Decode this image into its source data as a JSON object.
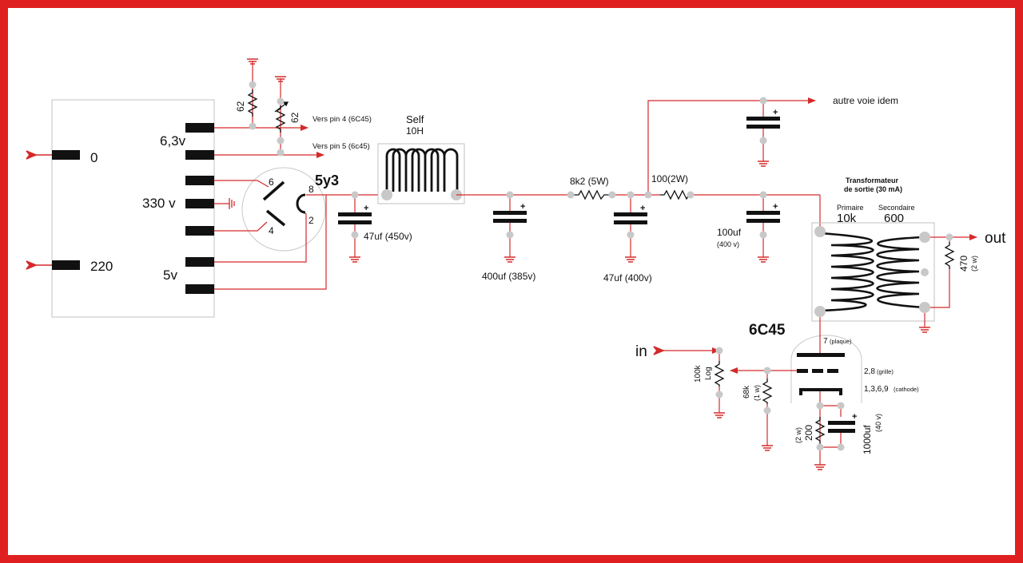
{
  "colors": {
    "border": "#e02020",
    "wire": "#d42a2a",
    "component": "#111111",
    "node": "#c8c8c8",
    "box_outline": "#c0c0c0"
  },
  "mains": {
    "in0": "0",
    "in220": "220"
  },
  "power_transformer": {
    "v63": "6,3v",
    "v330": "330 v",
    "v5": "5v"
  },
  "heater_resistors": {
    "r1": "62",
    "r2": "62"
  },
  "heater_arrows": {
    "pin4": "Vers pin 4 (6C45)",
    "pin5": "Vers pin 5 (6c45)"
  },
  "rectifier": {
    "name": "5y3",
    "pin6": "6",
    "pin4": "4",
    "pin8": "8",
    "pin2": "2"
  },
  "choke": {
    "name": "Self",
    "value": "10H"
  },
  "filter": {
    "c1": "47uf (450v)",
    "c2": "400uf (385v)",
    "r1": "8k2 (5W)",
    "c3": "47uf (400v)",
    "r2": "100(2W)",
    "c4a": "100uf",
    "c4b": "(400 v)",
    "other_channel": "autre voie idem"
  },
  "output_transformer": {
    "title1": "Transformateur",
    "title2": "de sortie (30 mA)",
    "primary_label": "Primaire",
    "primary_value": "10k",
    "secondary_label": "Secondaire",
    "secondary_value": "600",
    "out": "out",
    "load_r": "470",
    "load_w": "(2 w)"
  },
  "tube": {
    "name": "6C45",
    "pin_plate_num": "7",
    "pin_plate_txt": "(plaque)",
    "pin_grid_num": "2,8",
    "pin_grid_txt": "(grille)",
    "pin_cathode_num": "1,3,6,9",
    "pin_cathode_txt": "(cathode)"
  },
  "input": {
    "label": "in",
    "pot_value": "100k",
    "pot_taper": "Log",
    "grid_r": "68k",
    "grid_r_w": "(1 w)",
    "cathode_r": "200",
    "cathode_r_w": "(2 w)",
    "cathode_c": "1000uf",
    "cathode_c_v": "(40 v)"
  }
}
